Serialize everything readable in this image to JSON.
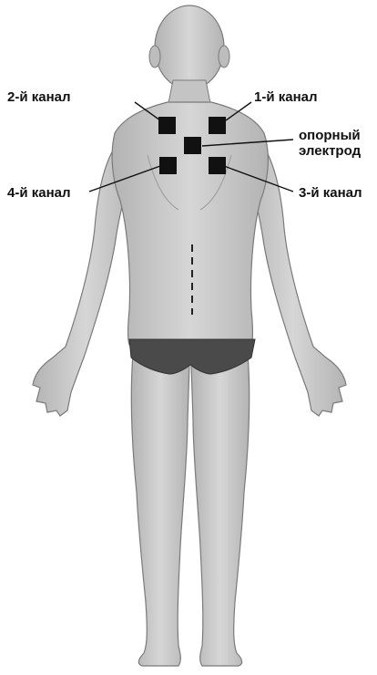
{
  "labels": {
    "channel_2": "2-й канал",
    "channel_1": "1-й канал",
    "reference_line1": "опорный",
    "reference_line2": "электрод",
    "channel_4": "4-й канал",
    "channel_3": "3-й канал"
  },
  "colors": {
    "skin": "#c9c9c9",
    "skin_shadow": "#a9a9a9",
    "skin_outline": "#7a7a7a",
    "electrode": "#111111",
    "underwear": "#4a4a4a",
    "leader_line": "#111111"
  }
}
